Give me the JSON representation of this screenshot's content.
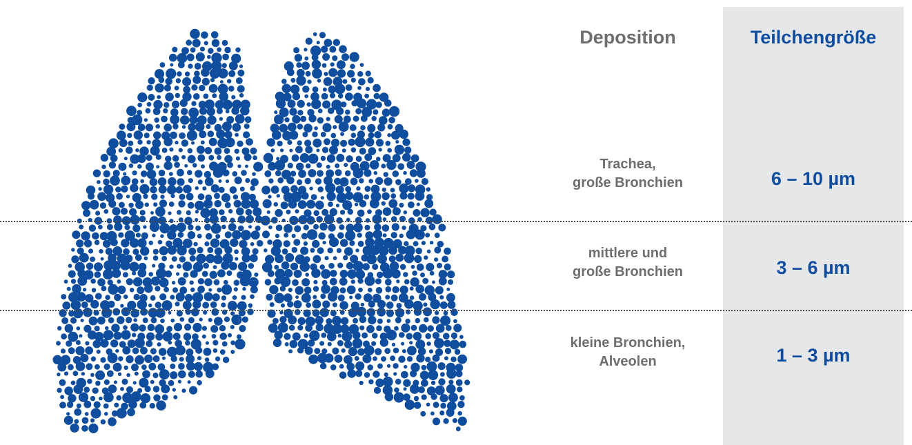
{
  "colors": {
    "dot": "#0f4d9e",
    "column_bg": "#e6e7e9",
    "deposition_text": "#6d6e70",
    "size_text": "#0f4d9e",
    "divider": "#4a4a4a"
  },
  "header": {
    "deposition": "Deposition",
    "particle_size": "Teilchengröße"
  },
  "rows": [
    {
      "deposition_line1": "Trachea,",
      "deposition_line2": "große Bronchien",
      "particle_size": "6 – 10 µm"
    },
    {
      "deposition_line1": "mittlere und",
      "deposition_line2": "große Bronchien",
      "particle_size": "3 – 6 µm"
    },
    {
      "deposition_line1": "kleine Bronchien,",
      "deposition_line2": "Alveolen",
      "particle_size": "1 – 3 µm"
    }
  ]
}
